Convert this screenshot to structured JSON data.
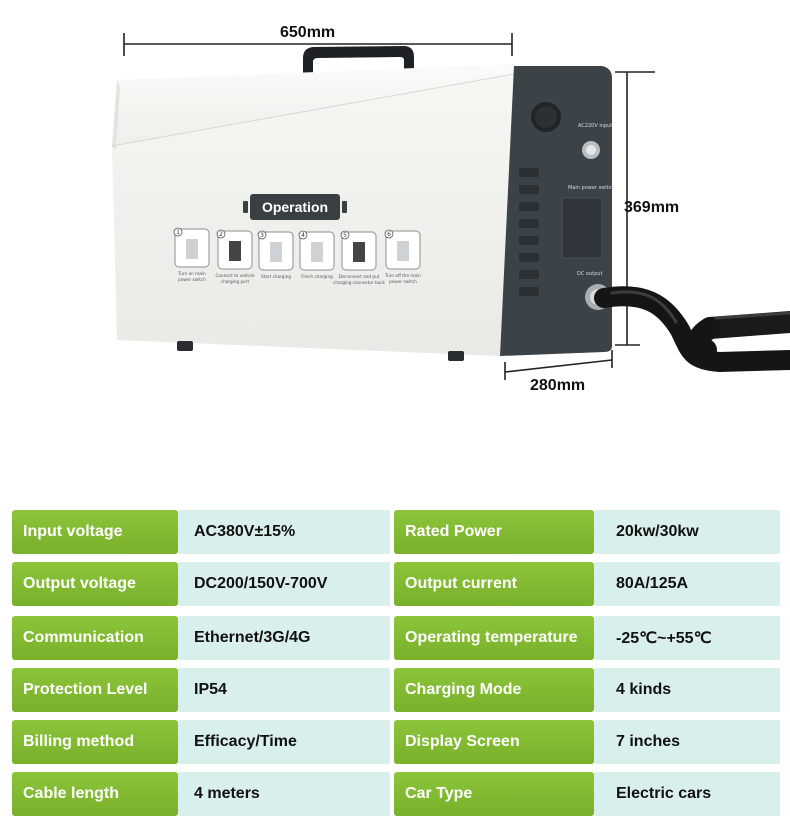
{
  "dimensions": {
    "width": "650mm",
    "height": "369mm",
    "depth": "280mm"
  },
  "device": {
    "operation_title": "Operation",
    "steps": [
      {
        "num": "1",
        "caption": [
          "Turn on main",
          "power switch"
        ]
      },
      {
        "num": "2",
        "caption": [
          "Connect to vehicle",
          "charging port"
        ]
      },
      {
        "num": "3",
        "caption": [
          "Start charging"
        ]
      },
      {
        "num": "4",
        "caption": [
          "Finish charging"
        ]
      },
      {
        "num": "5",
        "caption": [
          "Disconnect and put",
          "charging connector back"
        ]
      },
      {
        "num": "6",
        "caption": [
          "Turn off the main",
          "power switch"
        ]
      }
    ],
    "panel": {
      "ac_input": "AC220V input",
      "main_switch": "Main power switch",
      "dc_output": "DC output"
    },
    "colors": {
      "body": "#f1f2ee",
      "panel": "#3b4248",
      "cable": "#161616",
      "operation_badge": "#3a3f43"
    }
  },
  "specs": {
    "colors": {
      "label_bg": "#80b832",
      "value_bg": "#d9efec"
    },
    "rows": [
      {
        "l1": "Input voltage",
        "v1": "AC380V±15%",
        "l2": "Rated Power",
        "v2": "20kw/30kw"
      },
      {
        "l1": "Output voltage",
        "v1": "DC200/150V-700V",
        "l2": "Output current",
        "v2": "80A/125A"
      },
      {
        "l1": "Communication",
        "v1": "Ethernet/3G/4G",
        "l2": "Operating temperature",
        "v2": "-25℃~+55℃"
      },
      {
        "l1": "Protection Level",
        "v1": "IP54",
        "l2": "Charging Mode",
        "v2": "4 kinds"
      },
      {
        "l1": "Billing method",
        "v1": "Efficacy/Time",
        "l2": "Display Screen",
        "v2": "7 inches"
      },
      {
        "l1": "Cable length",
        "v1": "4 meters",
        "l2": "Car Type",
        "v2": "Electric cars"
      }
    ]
  }
}
